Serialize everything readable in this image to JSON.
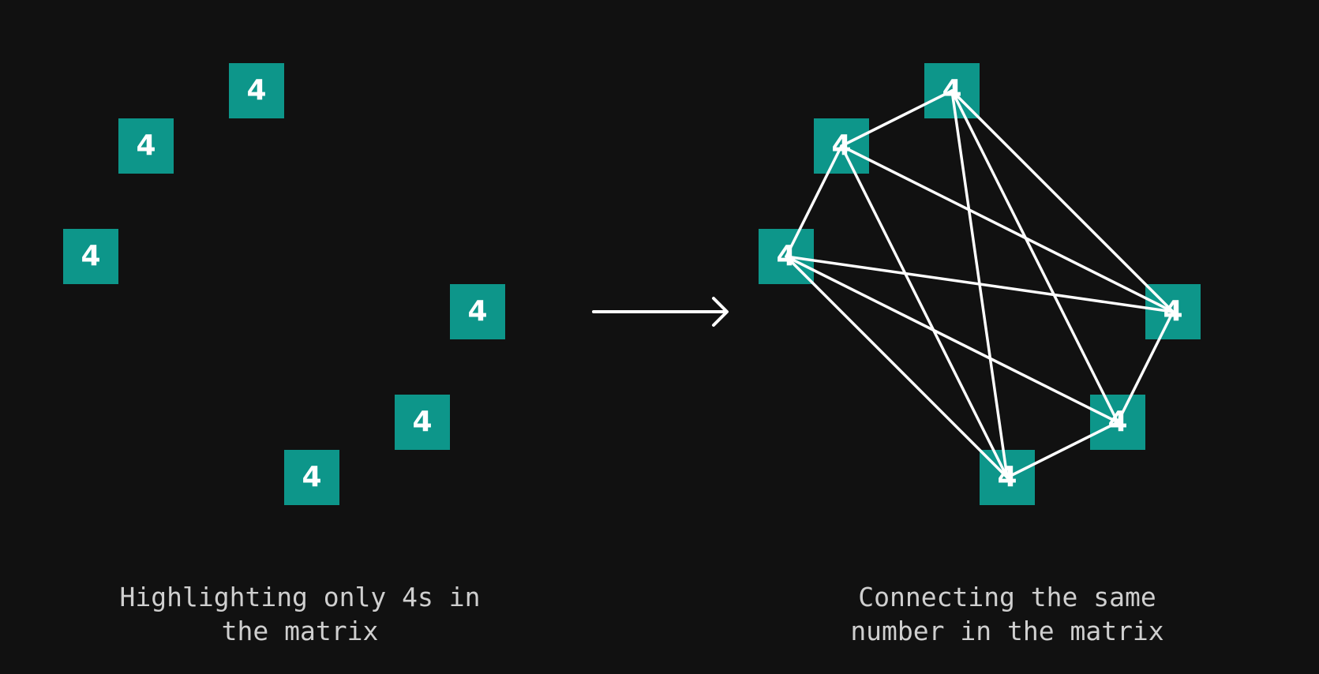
{
  "digit": "4",
  "colors": {
    "background": "#111111",
    "cell": "#0d968a",
    "cell_text": "#ffffff",
    "line": "#ffffff",
    "caption": "#cfcfcf"
  },
  "left_panel": {
    "caption": "Highlighting only 4s in\nthe matrix"
  },
  "right_panel": {
    "caption": "Connecting the same\nnumber in the matrix"
  },
  "arrow": {
    "icon": "arrow-right-icon"
  }
}
